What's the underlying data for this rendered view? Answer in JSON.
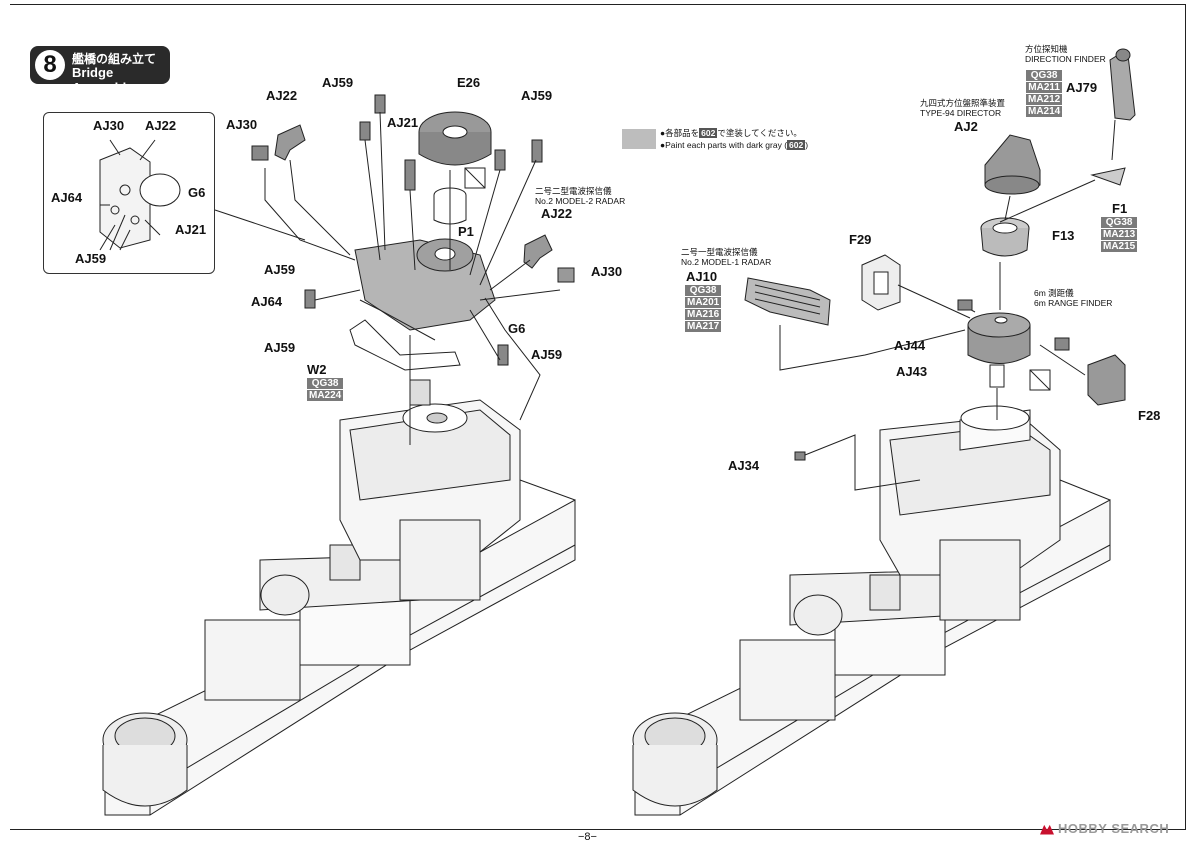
{
  "step": {
    "number": "8",
    "title_jp": "艦橋の組み立て",
    "title_en": "Bridge Assembly"
  },
  "inset_labels": {
    "aj30": "AJ30",
    "aj22": "AJ22",
    "g6": "G6",
    "aj64": "AJ64",
    "aj21": "AJ21",
    "aj59": "AJ59"
  },
  "left_labels": {
    "aj22_top": "AJ22",
    "aj59_top": "AJ59",
    "e26": "E26",
    "aj59_top2": "AJ59",
    "aj30_top": "AJ30",
    "aj21": "AJ21",
    "p1": "P1",
    "aj22_right": "AJ22",
    "aj30_right": "AJ30",
    "aj59_left": "AJ59",
    "aj64": "AJ64",
    "g6": "G6",
    "aj59_bottom": "AJ59",
    "aj59_right": "AJ59",
    "w2": "W2"
  },
  "radar2": {
    "jp": "二号二型電波探信儀",
    "en": "No.2 MODEL-2 RADAR"
  },
  "w2_codes": [
    "QG38",
    "MA224"
  ],
  "paint_note": {
    "line1_prefix": "●各部品を",
    "color_code": "602",
    "line1_suffix": "で塗装してください。",
    "line2_prefix": "●Paint each parts with dark gray (",
    "line2_suffix": ")"
  },
  "right_labels": {
    "aj10": "AJ10",
    "aj79": "AJ79",
    "aj2": "AJ2",
    "f1": "F1",
    "f13": "F13",
    "f29": "F29",
    "aj44": "AJ44",
    "aj43": "AJ43",
    "f28": "F28",
    "aj34": "AJ34"
  },
  "direction_finder": {
    "jp": "方位探知機",
    "en": "DIRECTION FINDER"
  },
  "type94": {
    "jp": "九四式方位盤照準装置",
    "en": "TYPE-94 DIRECTOR"
  },
  "radar1": {
    "jp": "二号一型電波探信儀",
    "en": "No.2 MODEL-1 RADAR"
  },
  "rangefinder": {
    "jp": "6m 測距儀",
    "en": "6m RANGE FINDER"
  },
  "aj79_codes": [
    "QG38",
    "MA211",
    "MA212",
    "MA214"
  ],
  "aj10_codes": [
    "QG38",
    "MA201",
    "MA216",
    "MA217"
  ],
  "f1_codes": [
    "QG38",
    "MA213",
    "MA215"
  ],
  "footer": {
    "page": "−8−",
    "watermark": "HOBBY SEARCH"
  },
  "colors": {
    "paint_gray": "#bdbdbd",
    "code_bg": "#7a7a7a",
    "watermark_red": "#c8102e"
  }
}
